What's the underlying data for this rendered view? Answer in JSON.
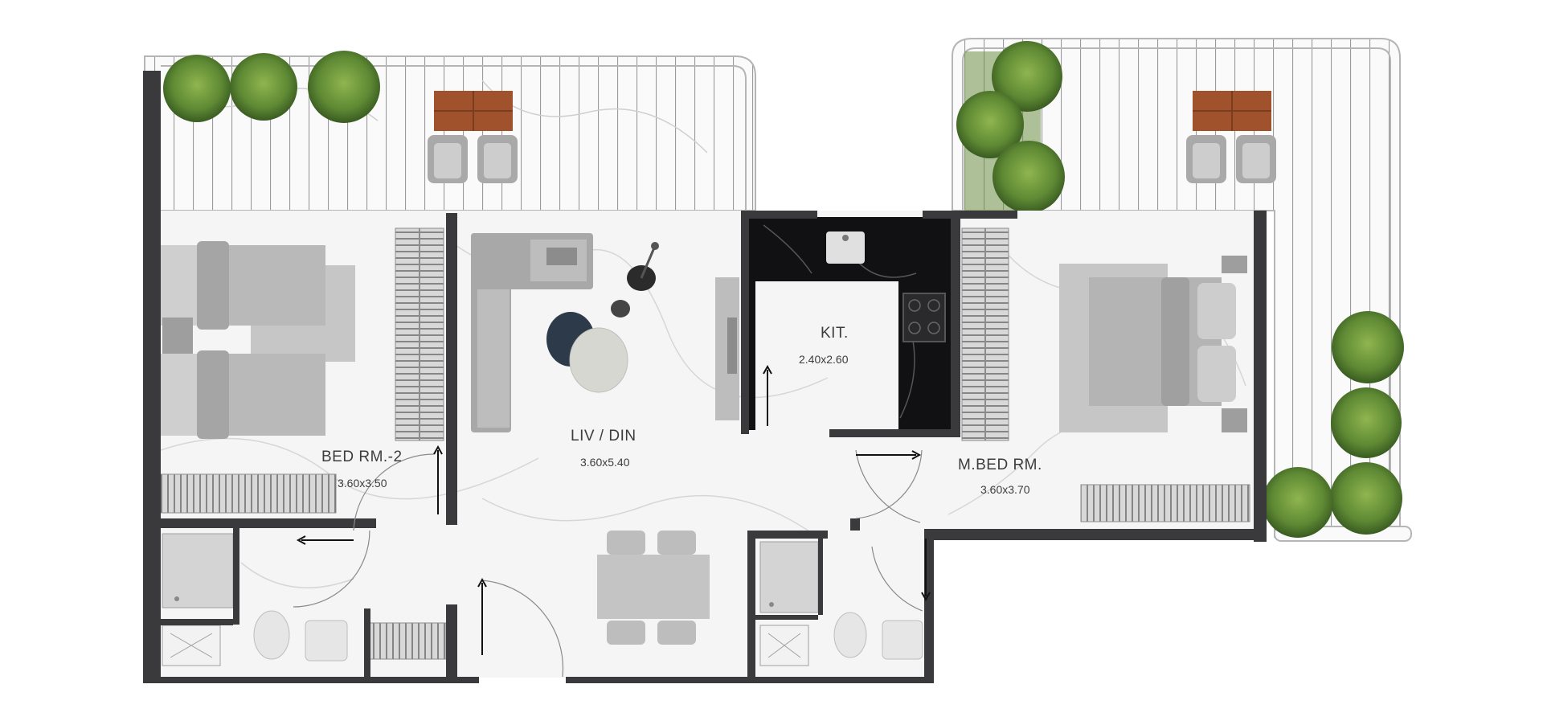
{
  "rooms": {
    "bed2": {
      "name": "BED RM.-2",
      "dims": "3.60x3.50"
    },
    "living": {
      "name": "LIV / DIN",
      "dims": "3.60x5.40"
    },
    "kitchen": {
      "name": "KIT.",
      "dims": "2.40x2.60"
    },
    "master": {
      "name": "M.BED RM.",
      "dims": "3.60x3.70"
    }
  },
  "colors": {
    "wall": "#3a3a3c",
    "floor": "#f5f5f5",
    "marble_vein": "#d6d6d6",
    "kitchen_counter": "#111114",
    "furniture": "#b9b9b9",
    "furniture_dark": "#8c8c8c",
    "plant": "#5f8a34",
    "wood": "#a0522d"
  }
}
